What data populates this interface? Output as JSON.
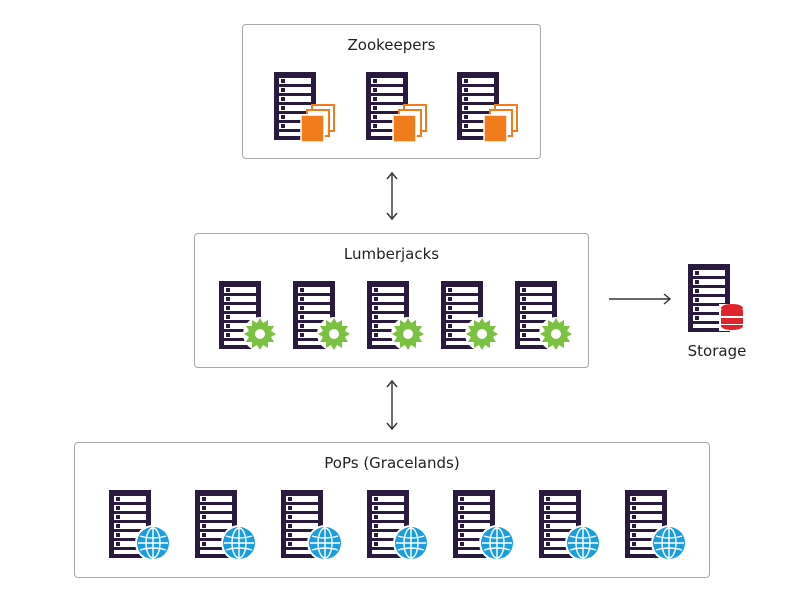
{
  "groups": {
    "zookeepers": {
      "title": "Zookeepers",
      "node_count": 3,
      "icon": "server-document-icon"
    },
    "lumberjacks": {
      "title": "Lumberjacks",
      "node_count": 5,
      "icon": "server-gear-icon"
    },
    "pops": {
      "title": "PoPs (Gracelands)",
      "node_count": 7,
      "icon": "server-globe-icon"
    }
  },
  "storage": {
    "label": "Storage",
    "icon": "server-database-icon"
  },
  "colors": {
    "server": "#2b1a3f",
    "document": "#f07c1c",
    "gear": "#7cc242",
    "globe": "#1a9ee0",
    "database": "#e0242c",
    "arrow": "#333333",
    "border": "#a8a8a8"
  }
}
